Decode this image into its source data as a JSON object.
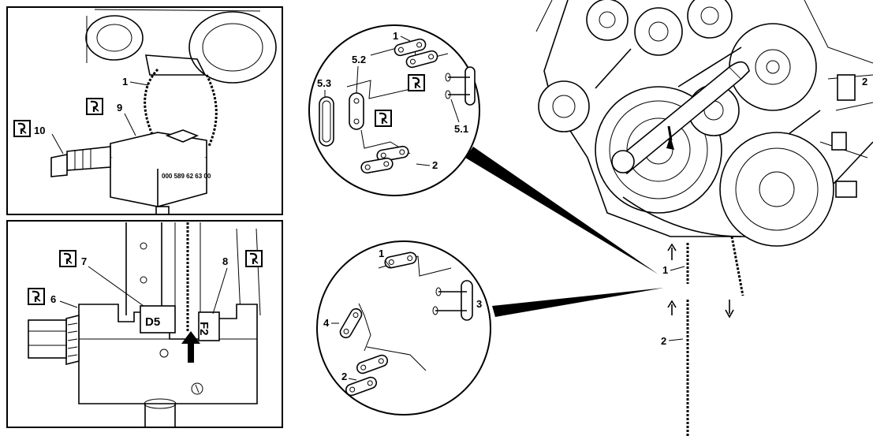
{
  "panel_top_left": {
    "callouts": [
      "1",
      "9",
      "10"
    ],
    "tool_text": "000 589 62 63 00"
  },
  "panel_bottom_left": {
    "callouts": [
      "7",
      "8",
      "6"
    ],
    "die_labels": [
      "D5",
      "F2"
    ]
  },
  "detail_top": {
    "callouts": [
      "1",
      "5.2",
      "5.3",
      "5.1",
      "2"
    ]
  },
  "detail_bottom": {
    "callouts": [
      "1",
      "3",
      "4",
      "2"
    ]
  },
  "engine_view": {
    "callouts": [
      "1",
      "2",
      "2"
    ]
  },
  "icons": [
    "special-tool-icon"
  ]
}
